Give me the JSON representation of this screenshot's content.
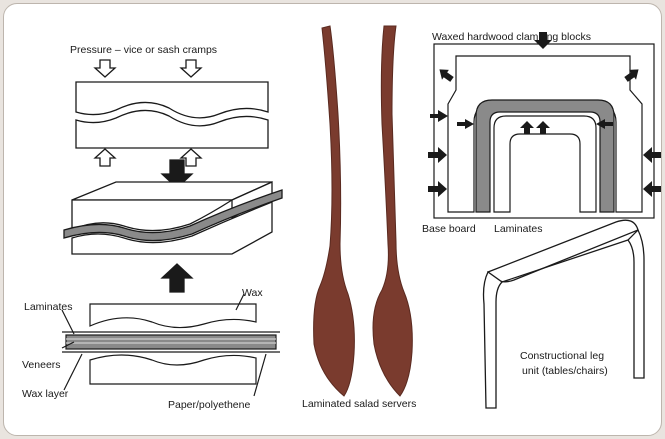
{
  "labels": {
    "pressure": "Pressure – vice or sash cramps",
    "laminates_left": "Laminates",
    "wax_top": "Wax",
    "veneers": "Veneers",
    "wax_layer": "Wax layer",
    "paper": "Paper/polyethene",
    "salad_servers": "Laminated salad servers",
    "clamping_blocks": "Waxed hardwood clamping blocks",
    "base_board": "Base board",
    "laminates_right": "Laminates",
    "leg_unit_line1": "Constructional leg",
    "leg_unit_line2": "unit (tables/chairs)"
  },
  "colors": {
    "ink": "#1a1a1a",
    "wood": "#7a3b2e",
    "wood_dark": "#5a2a20",
    "laminate_gray": "#8a8a8a",
    "frame_border": "#bdb5ad",
    "background": "#e9e4df"
  }
}
